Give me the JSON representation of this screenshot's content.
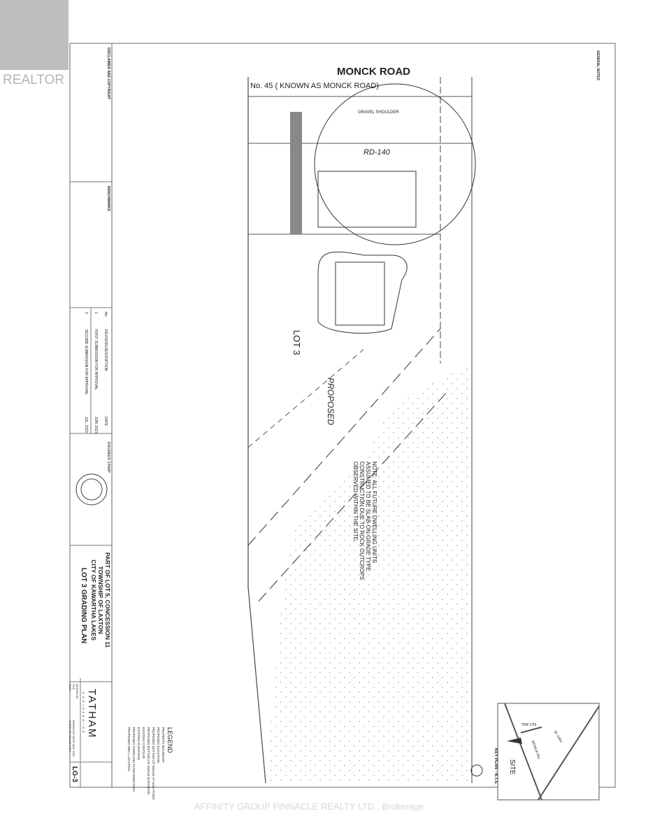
{
  "watermark": {
    "logo_text": "REALTOR"
  },
  "footer": {
    "brokerage": "AFFINITY GROUP PINNACLE REALTY LTD., Brokerage"
  },
  "plan": {
    "road_name": "MONCK ROAD",
    "road_known_as": "No. 45  ( KNOWN AS  MONCK ROAD)",
    "lot_label": "LOT 3",
    "proposed_label": "PROPOSED",
    "rd_label": "RD-140",
    "gravel_shoulder": "GRAVEL SHOULDER",
    "note": [
      "NOTE: ALL FUTURE DWELLING UNITS",
      "ASSUMED TO BE SLAB-ON-GRADE TYPE",
      "CONSTRUCTION DUE TO ROCK OUTCROPS",
      "OBSERVED WITHIN THE SITE."
    ]
  },
  "title_block": {
    "disclaimer_heading": "DISCLAIMER AND COPYRIGHT",
    "benchmarks_heading": "BENCHMARKS",
    "revisions": {
      "headers": [
        "No.",
        "REVISION DESCRIPTION",
        "DATE"
      ],
      "rows": [
        [
          "1",
          "FIRST SUBMISSION FOR APPROVAL",
          "JUN. 2023"
        ],
        [
          "2",
          "SECOND SUBMISSION FOR APPROVAL",
          "JUL. 2023"
        ]
      ]
    },
    "engineer_stamp_label": "ENGINEER STAMP",
    "project_lines": [
      "PART OF LOT 5, CONCESSION 11",
      "TOWNSHIP OF LAXTON",
      "CITY OF KAWARTHA LAKES"
    ],
    "drawing_title": "LOT 3 GRADING PLAN",
    "drawing_number": "LG-3",
    "firm_name": "TATHAM",
    "firm_sub": "ENGINEERING",
    "info": [
      [
        "DESIGN BY",
        "FILE",
        "DWG"
      ],
      [
        "DRAWN BY",
        "DATE MAY 2023"
      ],
      [
        "CHECK BY",
        "SCALE 1:300"
      ]
    ],
    "legend": {
      "heading": "LEGEND",
      "items": [
        "PROPERTY BOUNDARY",
        "PROPOSED ELEVATION",
        "PROPOSED BOTTOM OF SWALE AT HIGH POINT",
        "PROPOSED BOTTOM OF SWALE ELEVATION",
        "EXISTING CONTOUR",
        "EXISTING ELEVATION",
        "PROPOSED OVERLAND FLOW DIRECTION",
        "PROPOSED WELL LOCATION"
      ]
    }
  },
  "key_plan": {
    "title": "KEY PLAN - N.T.S.",
    "site_label": "SITE",
    "roads": [
      "KEY AVE.",
      "HWY 35",
      "MONCK RD."
    ]
  },
  "general_notes_heading": "GENERAL NOTES"
}
